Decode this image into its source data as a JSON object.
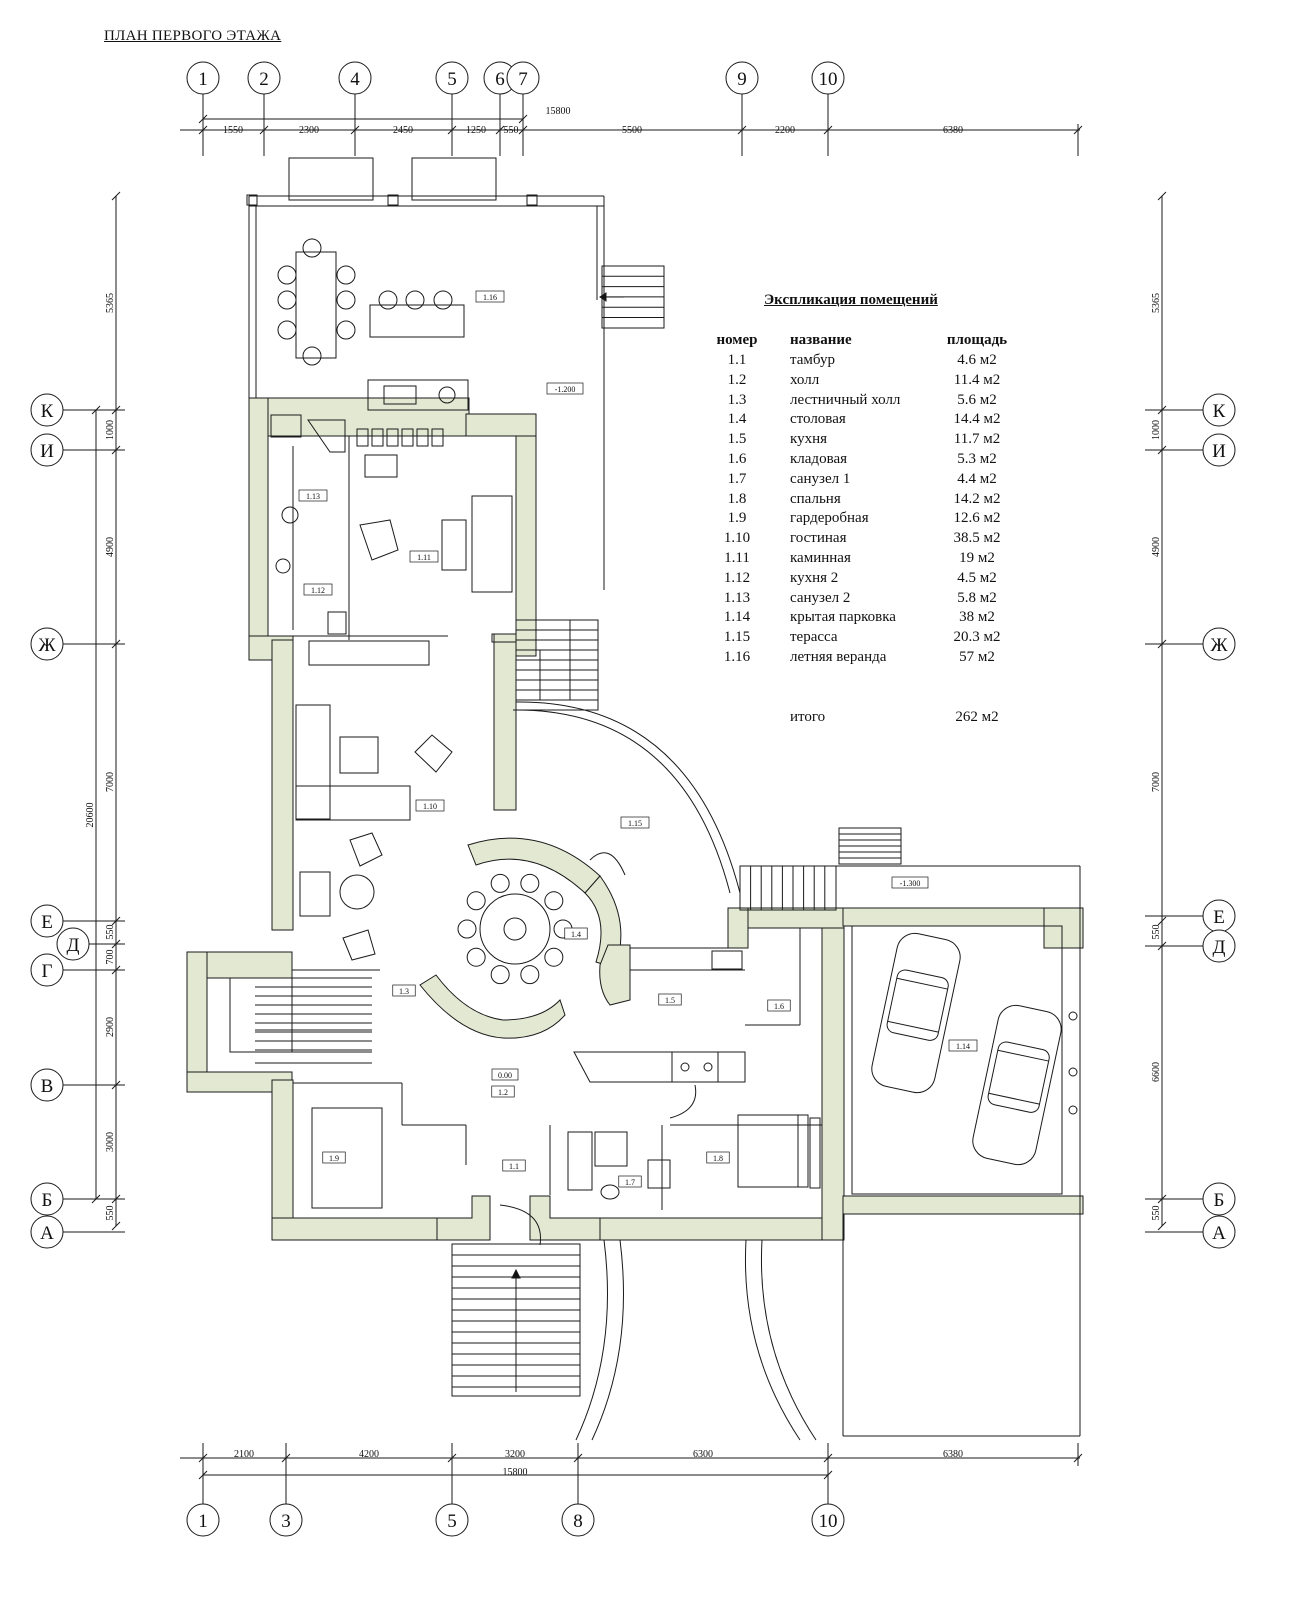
{
  "plan_title": "ПЛАН ПЕРВОГО ЭТАЖА",
  "axes_top": [
    "1",
    "2",
    "4",
    "5",
    "6",
    "7",
    "9",
    "10"
  ],
  "axes_bottom": [
    "1",
    "3",
    "5",
    "8",
    "10"
  ],
  "axes_left": [
    "К",
    "И",
    "Ж",
    "Е",
    "Д",
    "Г",
    "В",
    "Б",
    "А"
  ],
  "axes_right": [
    "К",
    "И",
    "Ж",
    "Е",
    "Д",
    "Б",
    "А"
  ],
  "dims_top": {
    "total": "15800",
    "segments": [
      "1550",
      "2300",
      "2450",
      "1250",
      "550",
      "5500",
      "2200",
      "6380"
    ]
  },
  "dims_bottom": {
    "total": "15800",
    "segments": [
      "2100",
      "4200",
      "3200",
      "6300",
      "6380"
    ]
  },
  "dims_left": {
    "total": "20600",
    "segments": [
      "5365",
      "1000",
      "4900",
      "7000",
      "550",
      "700",
      "2900",
      "3000",
      "550"
    ]
  },
  "dims_right": [
    "5365",
    "1000",
    "4900",
    "7000",
    "550",
    "6600",
    "550"
  ],
  "levels": [
    "-1.200",
    "-1.300",
    "0.00"
  ],
  "room_tags": [
    "1.1",
    "1.2",
    "1.3",
    "1.4",
    "1.5",
    "1.6",
    "1.7",
    "1.8",
    "1.9",
    "1.10",
    "1.11",
    "1.12",
    "1.13",
    "1.14",
    "1.15",
    "1.16"
  ],
  "legend": {
    "title": "Экспликация помещений",
    "headers": {
      "num": "номер",
      "name": "название",
      "area": "площадь"
    },
    "rows": [
      {
        "num": "1.1",
        "name": "тамбур",
        "area": "4.6 м2"
      },
      {
        "num": "1.2",
        "name": "холл",
        "area": "11.4 м2"
      },
      {
        "num": "1.3",
        "name": "лестничный холл",
        "area": "5.6 м2"
      },
      {
        "num": "1.4",
        "name": "столовая",
        "area": "14.4 м2"
      },
      {
        "num": "1.5",
        "name": "кухня",
        "area": "11.7 м2"
      },
      {
        "num": "1.6",
        "name": "кладовая",
        "area": "5.3 м2"
      },
      {
        "num": "1.7",
        "name": "санузел 1",
        "area": "4.4 м2"
      },
      {
        "num": "1.8",
        "name": "спальня",
        "area": "14.2 м2"
      },
      {
        "num": "1.9",
        "name": "гардеробная",
        "area": "12.6 м2"
      },
      {
        "num": "1.10",
        "name": "гостиная",
        "area": "38.5 м2"
      },
      {
        "num": "1.11",
        "name": "каминная",
        "area": "19 м2"
      },
      {
        "num": "1.12",
        "name": "кухня 2",
        "area": "4.5 м2"
      },
      {
        "num": "1.13",
        "name": "санузел 2",
        "area": "5.8 м2"
      },
      {
        "num": "1.14",
        "name": "крытая парковка",
        "area": "38 м2"
      },
      {
        "num": "1.15",
        "name": "терасса",
        "area": "20.3 м2"
      },
      {
        "num": "1.16",
        "name": "летняя веранда",
        "area": "57 м2"
      }
    ],
    "total": {
      "label": "итого",
      "area": "262 м2"
    }
  },
  "colors": {
    "wall_fill": "#e3e8d2",
    "line": "#1a1a1a",
    "background": "#ffffff"
  }
}
